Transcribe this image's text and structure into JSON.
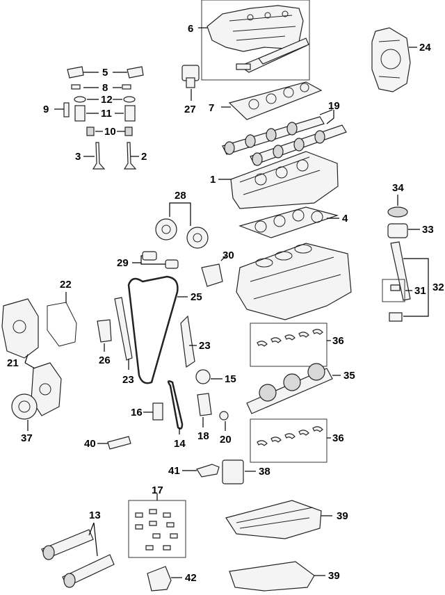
{
  "callouts": {
    "c1": "1",
    "c2": "2",
    "c3": "3",
    "c4": "4",
    "c5": "5",
    "c6": "6",
    "c7": "7",
    "c8": "8",
    "c9": "9",
    "c10": "10",
    "c11": "11",
    "c12": "12",
    "c13": "13",
    "c14": "14",
    "c15": "15",
    "c16": "16",
    "c17": "17",
    "c18": "18",
    "c19": "19",
    "c20": "20",
    "c21": "21",
    "c22": "22",
    "c23a": "23",
    "c23b": "23",
    "c24": "24",
    "c25": "25",
    "c26": "26",
    "c27": "27",
    "c28": "28",
    "c29": "29",
    "c30": "30",
    "c31": "31",
    "c32": "32",
    "c33": "33",
    "c34": "34",
    "c35": "35",
    "c36a": "36",
    "c36b": "36",
    "c37": "37",
    "c38": "38",
    "c39a": "39",
    "c39b": "39",
    "c40": "40",
    "c41": "41",
    "c42": "42"
  }
}
